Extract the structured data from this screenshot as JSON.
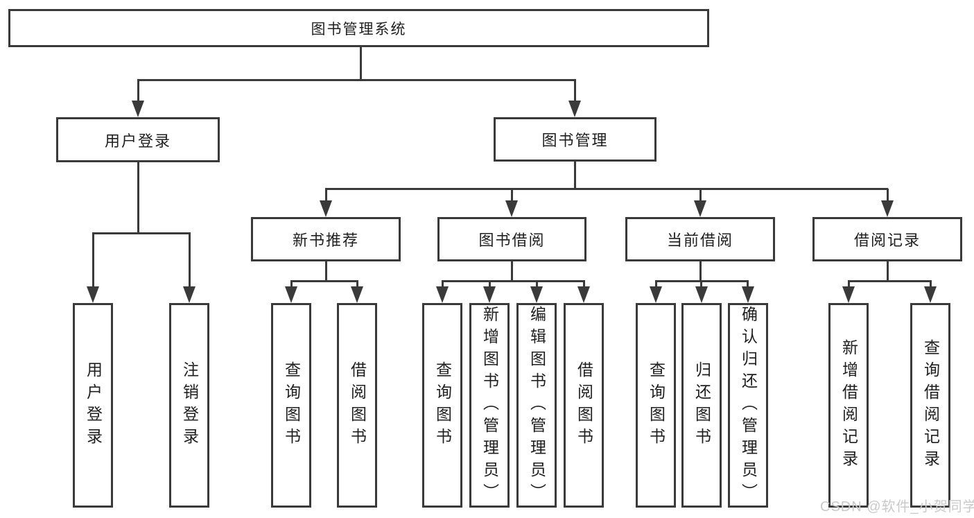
{
  "diagram": {
    "title": "图书管理系统",
    "colors": {
      "line": "#3a3a3a",
      "background": "#ffffff",
      "text": "#1f1f1f",
      "watermark": "#c9c9c9"
    },
    "root": {
      "label": "图书管理系统"
    },
    "level2": [
      {
        "label": "用户登录"
      },
      {
        "label": "图书管理"
      }
    ],
    "level3": [
      {
        "label": "新书推荐"
      },
      {
        "label": "图书借阅"
      },
      {
        "label": "当前借阅"
      },
      {
        "label": "借阅记录"
      }
    ],
    "leaves": {
      "user_login": [
        {
          "label": "用户登录"
        },
        {
          "label": "注销登录"
        }
      ],
      "new_book": [
        {
          "label": "查询图书"
        },
        {
          "label": "借阅图书"
        }
      ],
      "book_borrow": [
        {
          "label": "查询图书"
        },
        {
          "label": "新增图书（管理员）"
        },
        {
          "label": "编辑图书（管理员）"
        },
        {
          "label": "借阅图书"
        }
      ],
      "current_borrow": [
        {
          "label": "查询图书"
        },
        {
          "label": "归还图书"
        },
        {
          "label": "确认归还（管理员）"
        }
      ],
      "borrow_records": [
        {
          "label": "新增借阅记录"
        },
        {
          "label": "查询借阅记录"
        }
      ]
    },
    "watermark": "CSDN @软件_小贺同学"
  }
}
